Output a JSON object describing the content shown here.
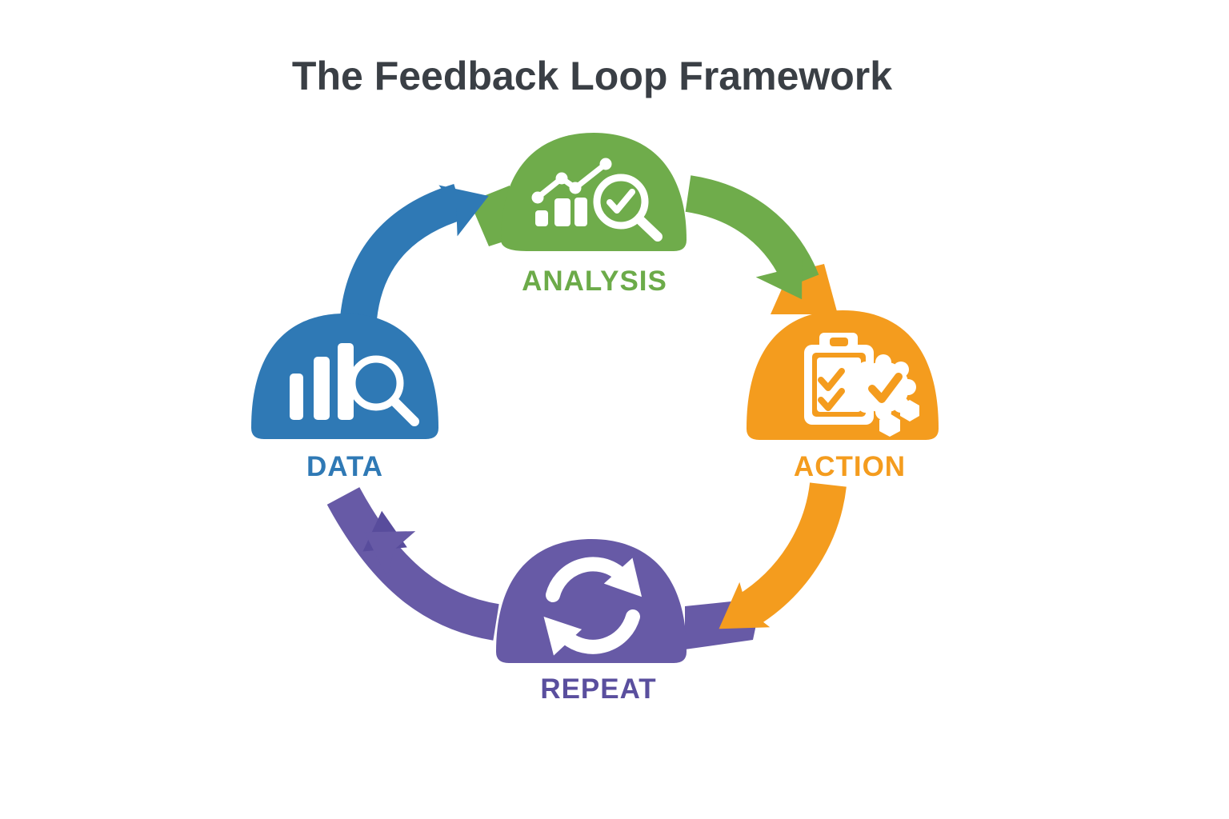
{
  "title": "The Feedback Loop Framework",
  "colors": {
    "title": "#3A3F45",
    "green": "#6FAC4B",
    "blue": "#2F79B5",
    "orange": "#F49C1E",
    "purple": "#675AA6",
    "purple_dark": "#584C9C",
    "green_label": "#6CAB49",
    "blue_label": "#2F79B5",
    "orange_label": "#F49C1E",
    "purple_label": "#5A4F9E",
    "white": "#FFFFFF"
  },
  "diagram": {
    "type": "cycle",
    "direction": "clockwise",
    "steps": [
      {
        "label": "ANALYSIS",
        "position": "top",
        "color": "#6FAC4B",
        "icon": "line-chart-magnifier-check-icon"
      },
      {
        "label": "ACTION",
        "position": "right",
        "color": "#F49C1E",
        "icon": "clipboard-checklist-badge-icon"
      },
      {
        "label": "REPEAT",
        "position": "bottom",
        "color": "#675AA6",
        "icon": "sync-arrows-icon"
      },
      {
        "label": "DATA",
        "position": "left",
        "color": "#2F79B5",
        "icon": "bar-chart-magnifier-icon"
      }
    ],
    "flows": [
      {
        "from": "DATA",
        "to": "ANALYSIS",
        "color": "#2F79B5"
      },
      {
        "from": "ANALYSIS",
        "to": "ACTION",
        "color": "#6FAC4B"
      },
      {
        "from": "ACTION",
        "to": "REPEAT",
        "color": "#F49C1E"
      },
      {
        "from": "REPEAT",
        "to": "DATA",
        "color": "#675AA6"
      }
    ]
  }
}
